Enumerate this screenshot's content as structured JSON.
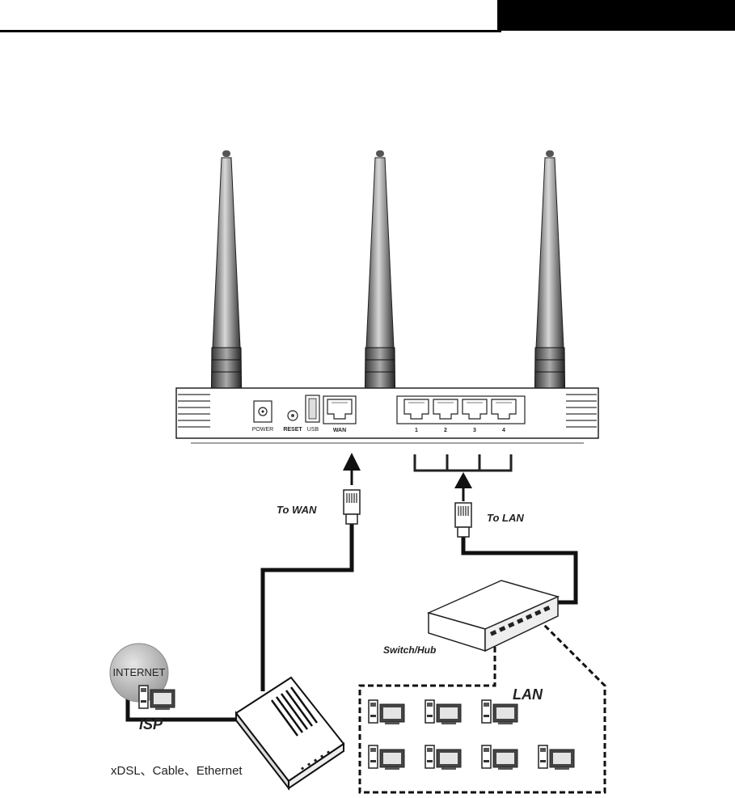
{
  "router": {
    "ports": {
      "power": "POWER",
      "reset": "RESET",
      "usb": "USB",
      "wan": "WAN",
      "lan1": "1",
      "lan2": "2",
      "lan3": "3",
      "lan4": "4"
    }
  },
  "labels": {
    "to_wan": "To WAN",
    "to_lan": "To LAN",
    "switch_hub": "Switch/Hub",
    "lan": "LAN",
    "internet": "INTERNET",
    "isp": "ISP",
    "modem_types": "xDSL、Cable、Ethernet"
  }
}
